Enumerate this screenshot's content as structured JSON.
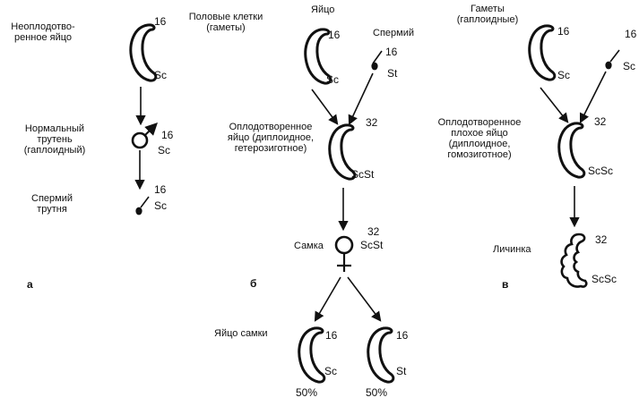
{
  "panel_a": {
    "letter": "а",
    "unfertilized_egg_label": "Неоплодотво-\nренное яйцо",
    "egg_chromosomes": "16",
    "egg_allele": "Sc",
    "drone_label": "Нормальный\nтрутень\n(гаплоидный)",
    "drone_chromosomes": "16",
    "drone_allele": "Sc",
    "drone_sperm_label": "Спермий\nтрутня",
    "sperm_chromosomes": "16",
    "sperm_allele": "Sc"
  },
  "panel_b": {
    "letter": "б",
    "gametes_label": "Половые клетки\n(гаметы)",
    "egg_label": "Яйцо",
    "egg_chromosomes": "16",
    "egg_allele": "Sc",
    "sperm_label": "Спермий",
    "sperm_chromosomes": "16",
    "sperm_allele": "St",
    "fertilized_label": "Оплодотворенное\nяйцо (диплоидное,\nгетерозиготное)",
    "fertilized_chromosomes": "32",
    "fertilized_alleles": "ScSt",
    "female_label": "Самка",
    "female_chromosomes": "32",
    "female_alleles": "ScSt",
    "female_eggs_label": "Яйцо самки",
    "egg1_chromosomes": "16",
    "egg1_allele": "Sc",
    "egg1_percent": "50%",
    "egg2_chromosomes": "16",
    "egg2_allele": "St",
    "egg2_percent": "50%"
  },
  "panel_v": {
    "letter": "в",
    "gametes_label": "Гаметы\n(гаплоидные)",
    "egg_chromosomes": "16",
    "egg_allele": "Sc",
    "sperm_chromosomes": "16",
    "sperm_allele": "Sc",
    "fertilized_label": "Оплодотворенное\nплохое яйцо\n(диплоидное,\nгомозиготное)",
    "fertilized_chromosomes": "32",
    "fertilized_alleles": "ScSc",
    "larva_label": "Личинка",
    "larva_chromosomes": "32",
    "larva_alleles": "ScSc"
  }
}
